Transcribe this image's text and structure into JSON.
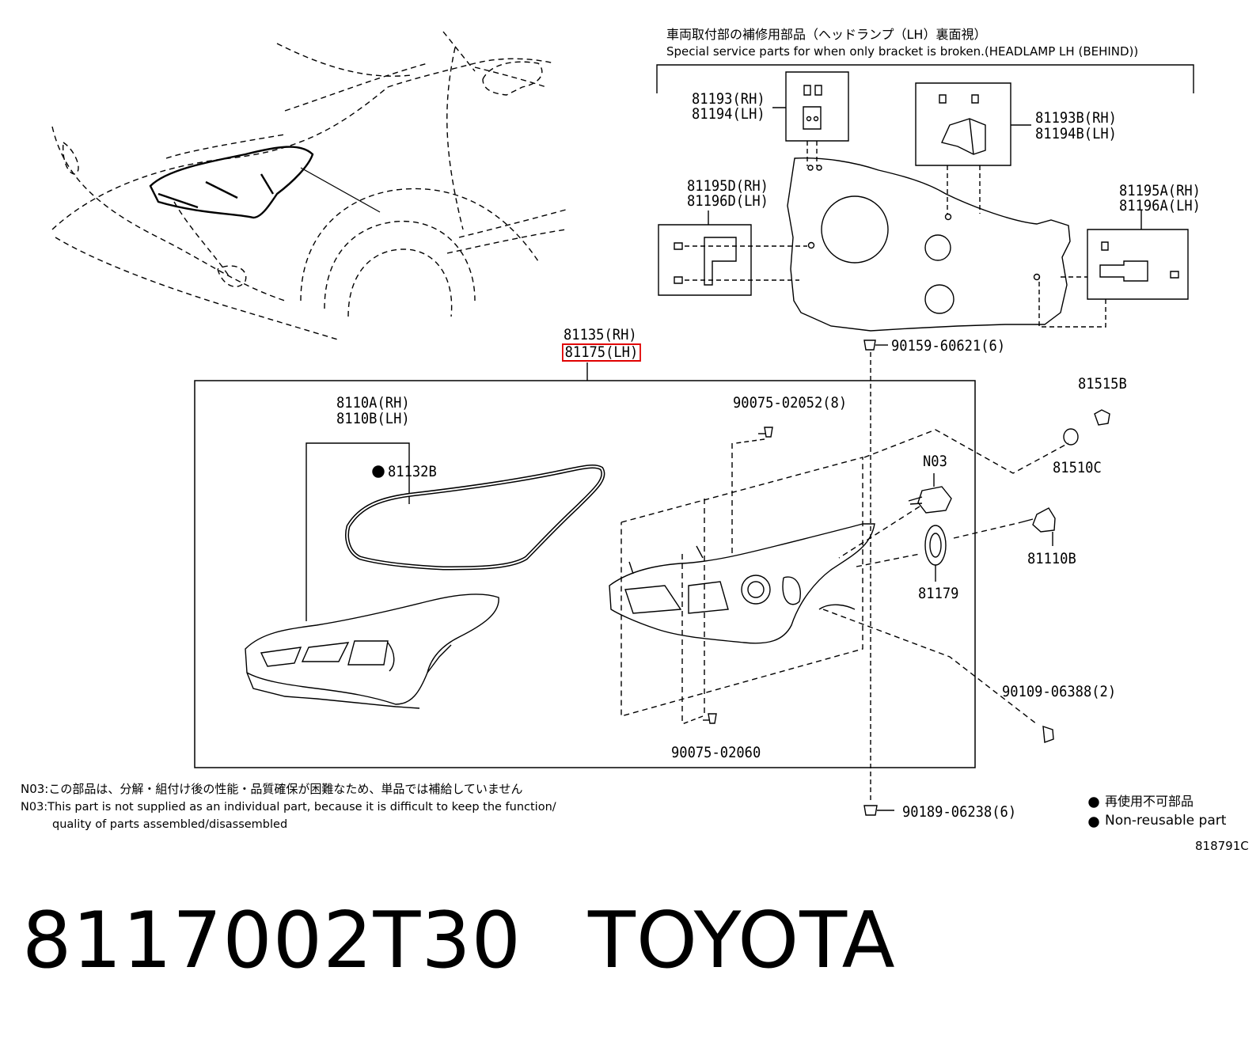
{
  "header": {
    "jp": "車両取付部の補修用部品（ヘッドランプ（LH）裏面視）",
    "en": "Special service parts for when only bracket is broken.(HEADLAMP LH (BEHIND))"
  },
  "parts": {
    "p81193": "81193(RH)",
    "p81194": "81194(LH)",
    "p81193b": "81193B(RH)",
    "p81194b": "81194B(LH)",
    "p81195d": "81195D(RH)",
    "p81196d": "81196D(LH)",
    "p81195a": "81195A(RH)",
    "p81196a": "81196A(LH)",
    "p90159": "90159-60621(6)",
    "p81135": "81135(RH)",
    "p81175": "81175(LH)",
    "p8110a": "8110A(RH)",
    "p8110b": "8110B(LH)",
    "p81132b": "81132B",
    "p90075_02052": "90075-02052(8)",
    "p81515b": "81515B",
    "p81510c": "81510C",
    "pn03": "N03",
    "p81110b": "81110B",
    "p81179": "81179",
    "p90109": "90109-06388(2)",
    "p90075_02060": "90075-02060",
    "p90189": "90189-06238(6)"
  },
  "notes": {
    "n03_jp": "N03:この部品は、分解・組付け後の性能・品質確保が困難なため、単品では補給していません",
    "n03_en1": "N03:This part is not supplied as an individual part, because it is difficult to keep the function/",
    "n03_en2": "quality of parts assembled/disassembled"
  },
  "legend": {
    "jp": "再使用不可部品",
    "en": "Non-reusable part"
  },
  "figure_id": "818791C",
  "product": {
    "part_number": "8117002T30",
    "brand": "TOYOTA"
  },
  "colors": {
    "line": "#000000",
    "highlight": "#e00000"
  }
}
